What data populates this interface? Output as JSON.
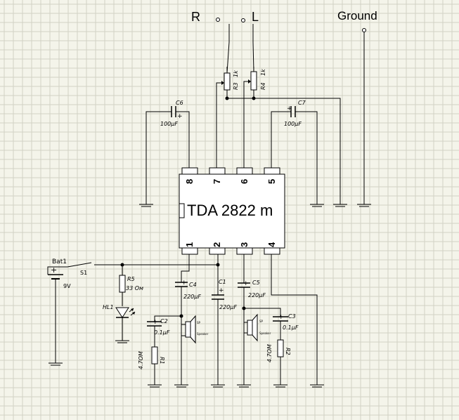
{
  "terminals": {
    "right": "R",
    "left": "L",
    "ground": "Ground"
  },
  "chip": {
    "name": "TDA 2822 m",
    "pins_top": [
      "8",
      "7",
      "6",
      "5"
    ],
    "pins_bottom": [
      "1",
      "2",
      "3",
      "4"
    ]
  },
  "components": {
    "R3": {
      "ref": "R3",
      "value": "1k"
    },
    "R4": {
      "ref": "R4",
      "value": "1k"
    },
    "C6": {
      "ref": "C6",
      "value": "100µF"
    },
    "C7": {
      "ref": "C7",
      "value": "100µF"
    },
    "Bat1": {
      "ref": "Bat1",
      "value": "9V"
    },
    "S1": {
      "ref": "S1"
    },
    "R5": {
      "ref": "R5",
      "value": "33 Ом"
    },
    "HL1": {
      "ref": "HL1"
    },
    "C4": {
      "ref": "C4",
      "value": "220µF"
    },
    "C1": {
      "ref": "C1",
      "value": "220µF"
    },
    "C2": {
      "ref": "C2",
      "value": "0.1µF"
    },
    "R1": {
      "ref": "R1",
      "value": "4.7ОМ"
    },
    "C5": {
      "ref": "C5",
      "value": "220µF"
    },
    "C3": {
      "ref": "C3",
      "value": "0.1µF"
    },
    "R2": {
      "ref": "R2",
      "value": "4.7ОМ"
    },
    "SP1": {
      "ref": "SP",
      "value": "Speaker"
    },
    "SP2": {
      "ref": "SP",
      "value": "Speaker"
    }
  }
}
